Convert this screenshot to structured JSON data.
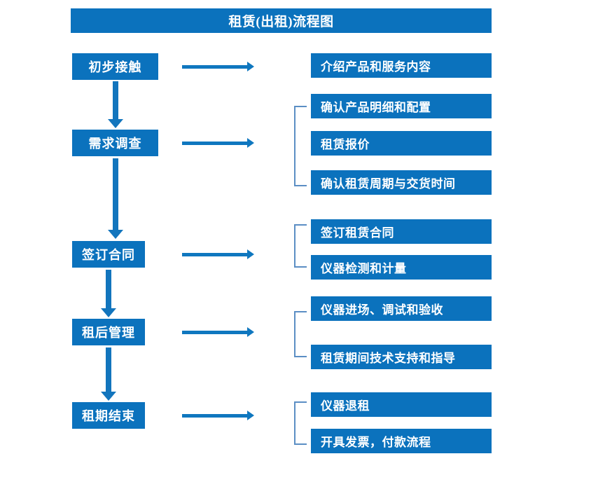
{
  "chart_data": {
    "type": "diagram",
    "title": "租赁(出租)流程图",
    "diagram_kind": "flowchart",
    "orientation": "vertical-with-side-branches",
    "accent_color": "#0b72bd",
    "bracket_color": "#5b8ec4",
    "text_color": "#ffffff",
    "background": "#ffffff",
    "stages": [
      {
        "label": "初步接触",
        "details": [
          "介绍产品和服务内容"
        ],
        "bracketed": false
      },
      {
        "label": "需求调查",
        "details": [
          "确认产品明细和配置",
          "租赁报价",
          "确认租赁周期与交货时间"
        ],
        "bracketed": true
      },
      {
        "label": "签订合同",
        "details": [
          "签订租赁合同",
          "仪器检测和计量"
        ],
        "bracketed": true
      },
      {
        "label": "租后管理",
        "details": [
          "仪器进场、调试和验收",
          "租赁期间技术支持和指导"
        ],
        "bracketed": true
      },
      {
        "label": "租期结束",
        "details": [
          "仪器退租",
          "开具发票，付款流程"
        ],
        "bracketed": true
      }
    ]
  },
  "title": {
    "text": "租赁(出租)流程图"
  },
  "stages": [
    {
      "label": "初步接触"
    },
    {
      "label": "需求调查"
    },
    {
      "label": "签订合同"
    },
    {
      "label": "租后管理"
    },
    {
      "label": "租期结束"
    }
  ],
  "details": [
    {
      "label": "介绍产品和服务内容"
    },
    {
      "label": "确认产品明细和配置"
    },
    {
      "label": "租赁报价"
    },
    {
      "label": "确认租赁周期与交货时间"
    },
    {
      "label": "签订租赁合同"
    },
    {
      "label": "仪器检测和计量"
    },
    {
      "label": "仪器进场、调试和验收"
    },
    {
      "label": "租赁期间技术支持和指导"
    },
    {
      "label": "仪器退租"
    },
    {
      "label": "开具发票，付款流程"
    }
  ]
}
